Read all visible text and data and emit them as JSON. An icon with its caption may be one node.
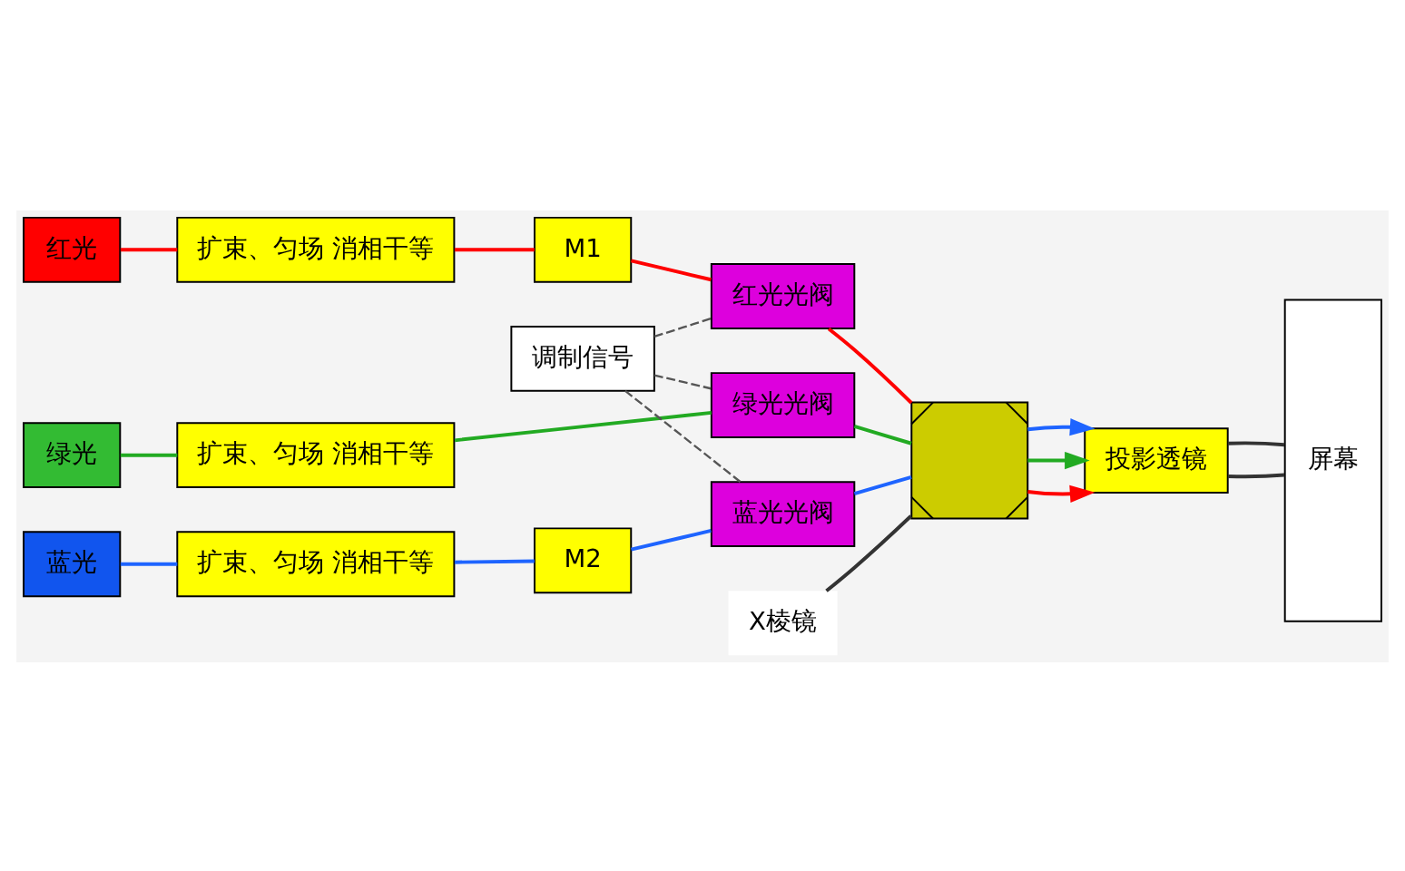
{
  "diagram": {
    "nodes": [
      {
        "text": [
          "红光"
        ]
      },
      {
        "text": [
          "扩束、匀场 消相干等"
        ]
      },
      {
        "text": [
          "M1"
        ]
      },
      {
        "text": [
          "红光光阀"
        ]
      },
      {
        "text": [
          "绿光"
        ]
      },
      {
        "text": [
          "扩束、匀场 消相干等"
        ]
      },
      {
        "text": [
          "绿光光阀"
        ]
      },
      {
        "text": [
          "蓝光"
        ]
      },
      {
        "text": [
          "扩束、匀场 消相干等"
        ]
      },
      {
        "text": [
          "M2"
        ]
      },
      {
        "text": [
          "蓝光光阀"
        ]
      },
      {
        "text": [],
        "shape": "box"
      },
      {
        "text": [
          "X棱镜"
        ]
      },
      {
        "text": [
          "调制信号"
        ]
      },
      {
        "text": [
          "投影透镜"
        ]
      },
      {
        "text": [
          "屏幕"
        ]
      }
    ],
    "edges": [
      {
        "from": 0,
        "to": 1,
        "arrow": "none",
        "color": "#ff0000"
      },
      {
        "from": 1,
        "to": 2,
        "arrow": "none",
        "color": "#ff0000"
      },
      {
        "from": 2,
        "to": 3,
        "arrow": "none",
        "color": "#ff0000"
      },
      {
        "from": 3,
        "to": 11,
        "arrow": "none",
        "color": "#ff0000"
      },
      {
        "from": 11,
        "to": 14,
        "arrow": "to",
        "color": "#ff0000"
      },
      {
        "from": 4,
        "to": 5,
        "arrow": "none",
        "color": "#22aa22"
      },
      {
        "from": 5,
        "to": 6,
        "arrow": "none",
        "color": "#22aa22"
      },
      {
        "from": 6,
        "to": 11,
        "arrow": "none",
        "color": "#22aa22"
      },
      {
        "from": 11,
        "to": 14,
        "arrow": "to",
        "color": "#22aa22"
      },
      {
        "from": 7,
        "to": 8,
        "arrow": "none",
        "color": "#1e64ff"
      },
      {
        "from": 8,
        "to": 9,
        "arrow": "none",
        "color": "#1e64ff"
      },
      {
        "from": 9,
        "to": 10,
        "arrow": "none",
        "color": "#1e64ff"
      },
      {
        "from": 10,
        "to": 11,
        "arrow": "none",
        "color": "#1e64ff"
      },
      {
        "from": 11,
        "to": 14,
        "arrow": "to",
        "color": "#1e64ff"
      },
      {
        "from": 12,
        "to": 11,
        "arrow": "none",
        "color": "#333333"
      },
      {
        "from": 13,
        "to": 6,
        "arrow": "none",
        "style": "dashed",
        "color": "#555555"
      },
      {
        "from": 13,
        "to": 3,
        "arrow": "none",
        "style": "dashed",
        "color": "#555555"
      },
      {
        "from": 13,
        "to": 10,
        "arrow": "none",
        "style": "dashed",
        "color": "#555555"
      },
      {
        "from": 14,
        "to": 15,
        "arrow": "none",
        "color": "#333333"
      },
      {
        "from": 14,
        "to": 15,
        "arrow": "none",
        "color": "#333333"
      }
    ]
  }
}
